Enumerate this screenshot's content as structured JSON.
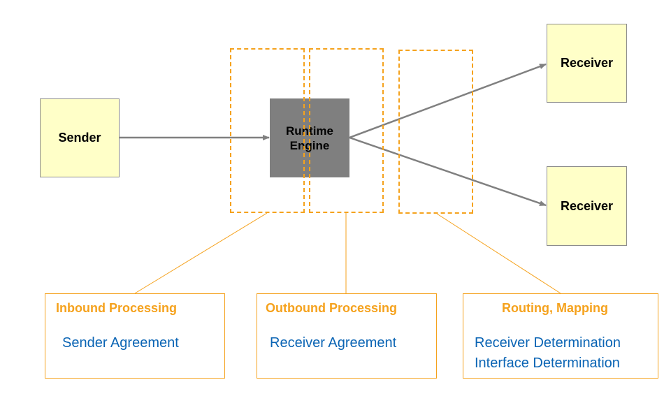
{
  "nodes": {
    "sender": "Sender",
    "engine": "Runtime\nEngine",
    "receiver_top": "Receiver",
    "receiver_bottom": "Receiver"
  },
  "panels": [
    {
      "title": "Inbound Processing",
      "lines": [
        "Sender Agreement"
      ]
    },
    {
      "title": "Outbound Processing",
      "lines": [
        "Receiver Agreement"
      ]
    },
    {
      "title": "Routing, Mapping",
      "lines": [
        "Receiver Determination",
        "Interface Determination"
      ]
    }
  ],
  "colors": {
    "accent_orange": "#f5a21d",
    "text_blue": "#0a64b4",
    "node_fill": "#ffffc8",
    "engine_fill": "#7f7f7f",
    "arrow": "#808080"
  }
}
